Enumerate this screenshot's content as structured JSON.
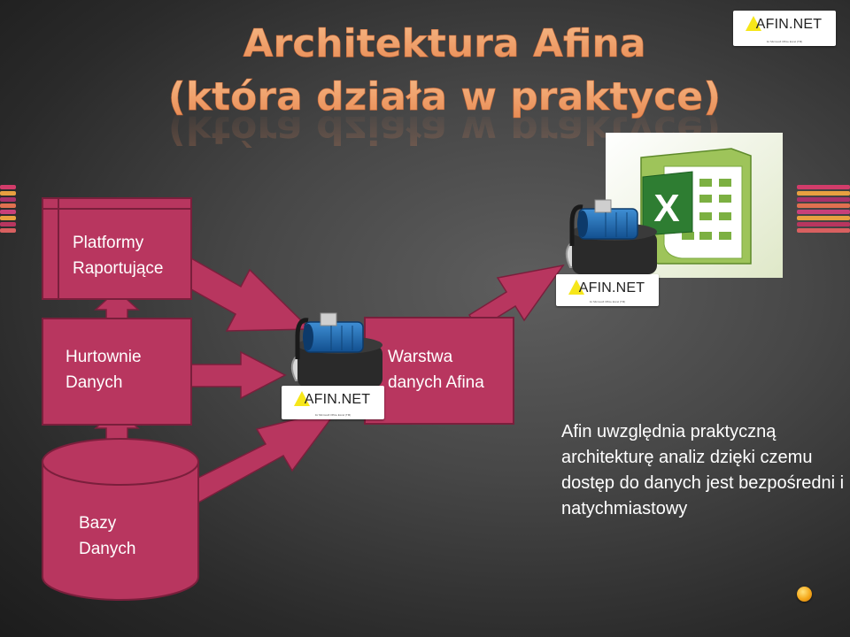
{
  "title": {
    "line1": "Architektura Afina",
    "line2": "(która działa w praktyce)"
  },
  "boxes": {
    "platforms": "Platformy\nRaportujące",
    "warehouses": "Hurtownie\nDanych",
    "databases": "Bazy\nDanych",
    "afin_layer": "Warstwa\ndanych Afina"
  },
  "logo": {
    "text": "AFIN.NET",
    "tagline": "for Microsoft Office Excel (TM)"
  },
  "note": "Afin uwzględnia praktyczną architekturę analiz dzięki czemu dostęp do danych jest bezpośredni i natychmiastowy",
  "colors": {
    "box_fill": "#b8365f",
    "box_border": "#7a1f3c",
    "title": "#f0a06a",
    "logo_triangle": "#f6e61a"
  },
  "icons": [
    "water-pump-icon",
    "excel-icon",
    "afin-logo-icon",
    "bullet-icon"
  ]
}
